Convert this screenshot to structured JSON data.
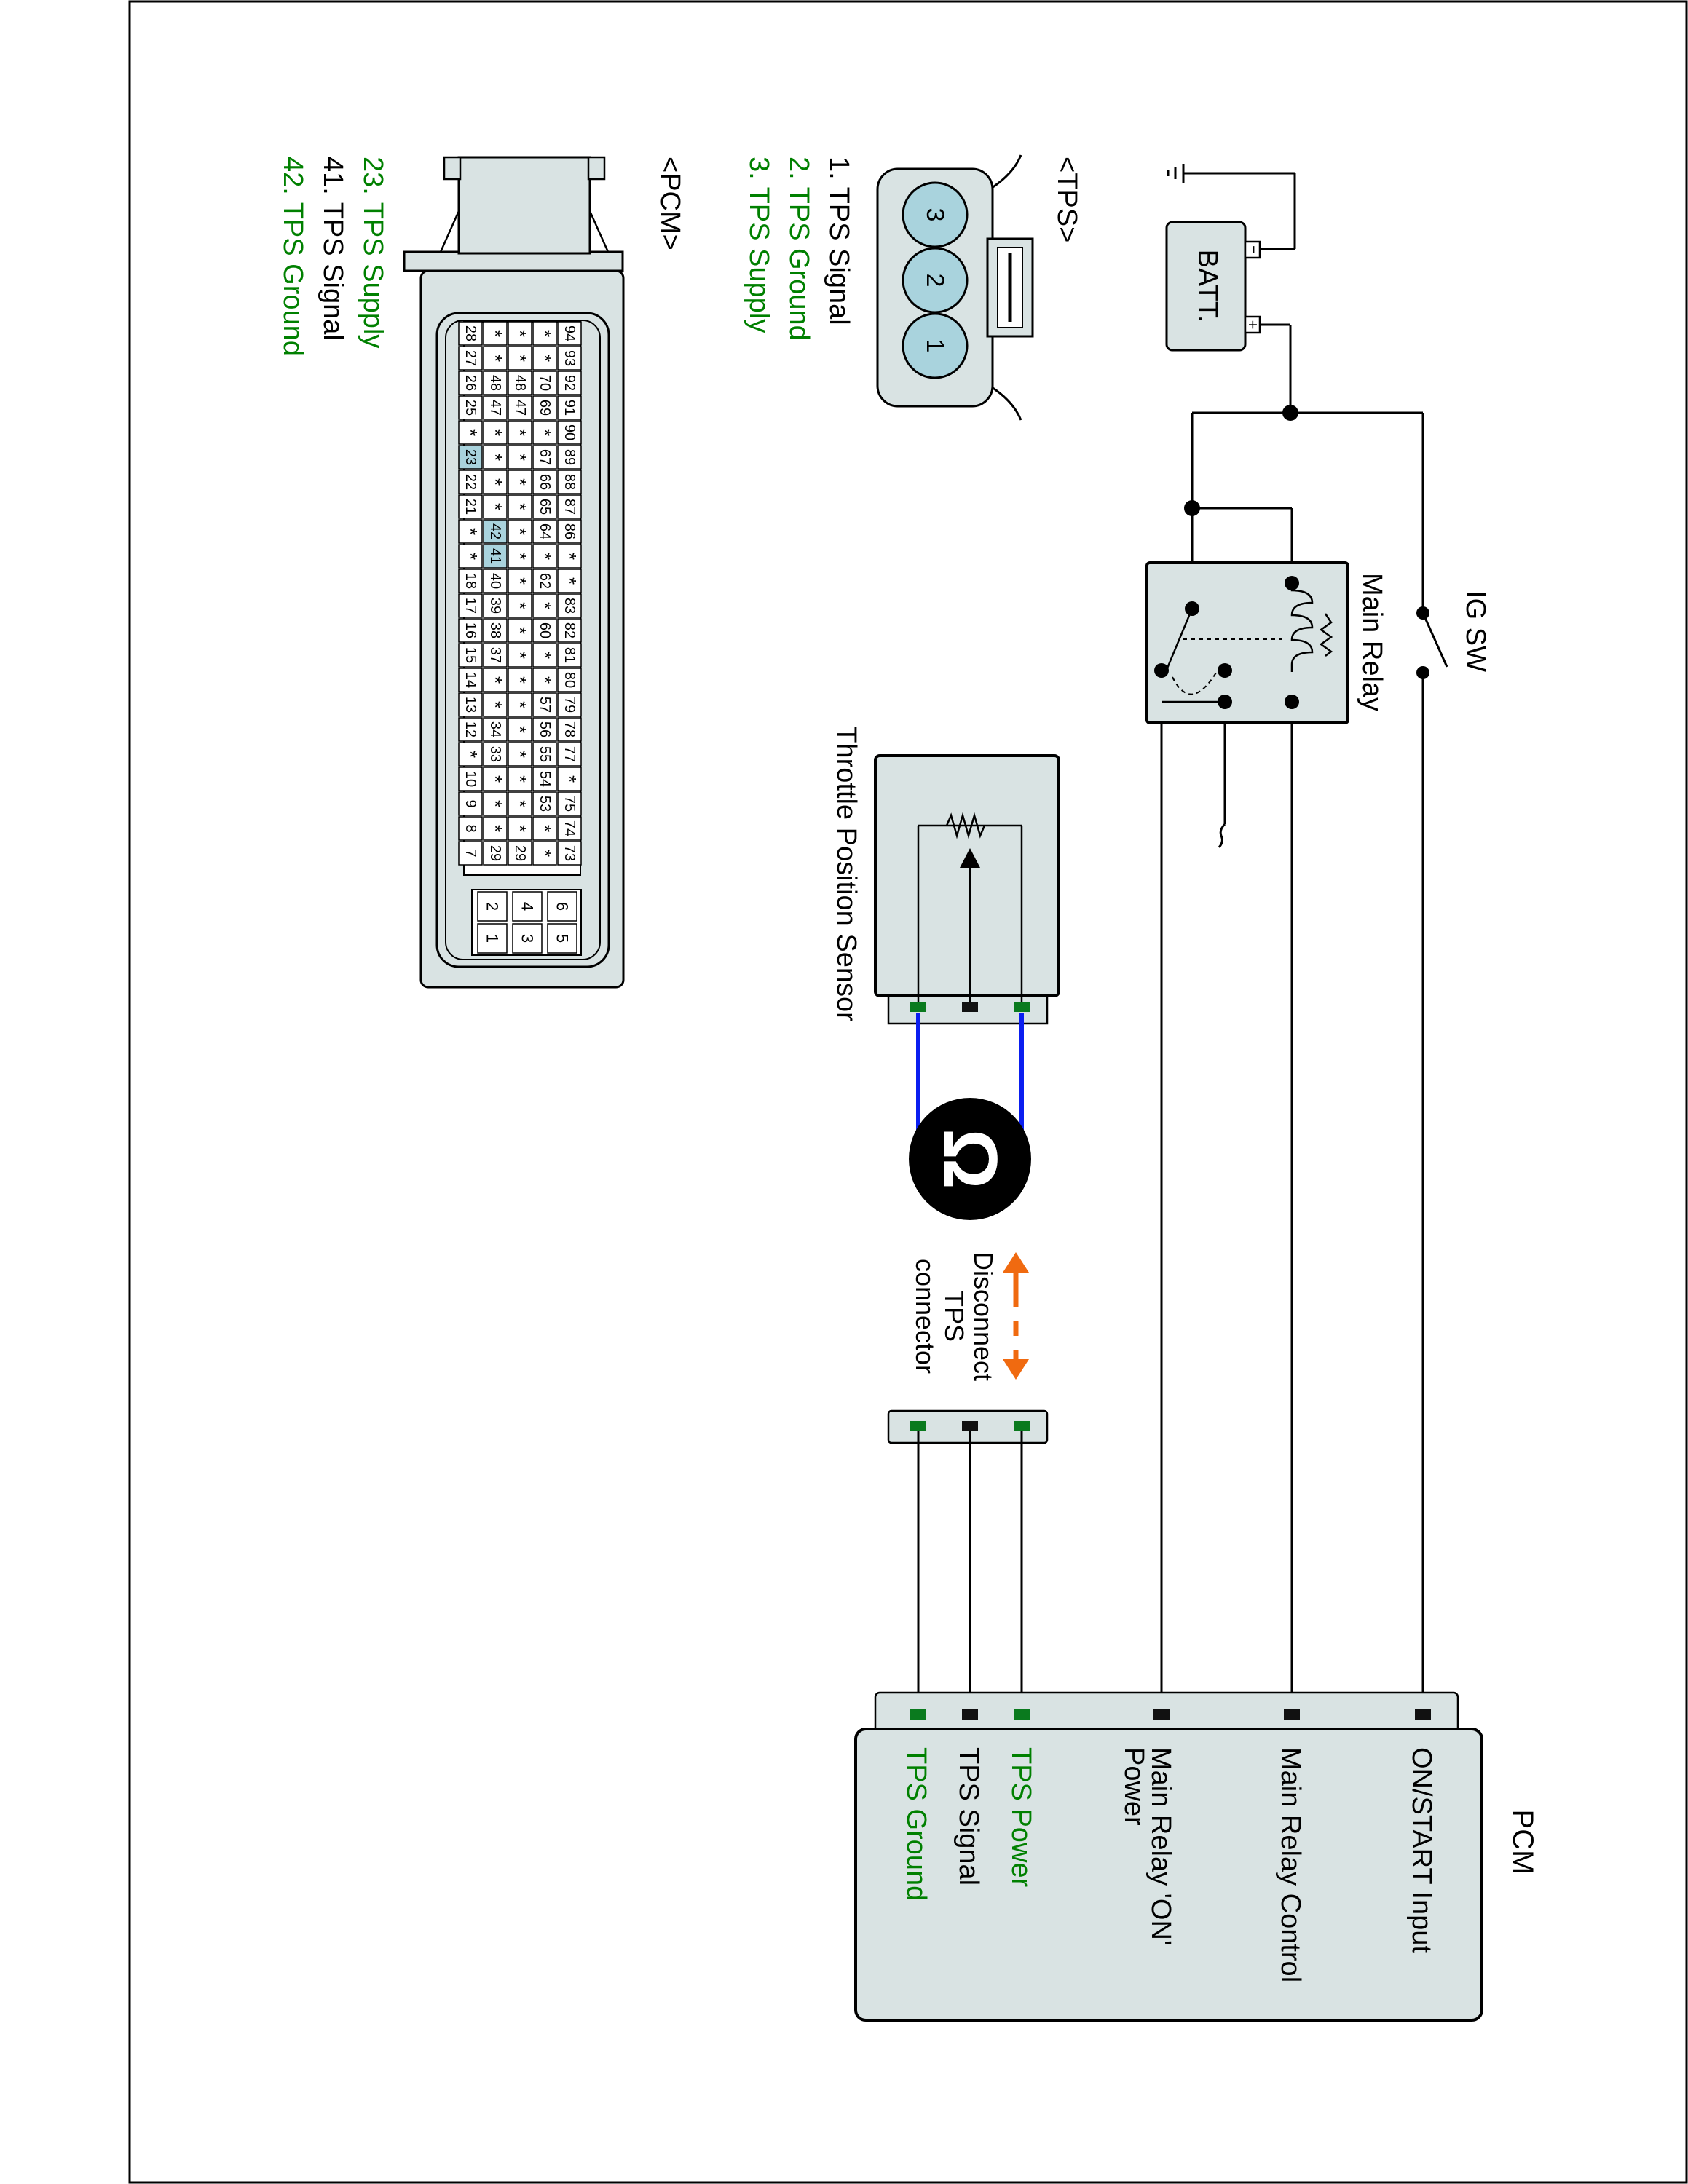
{
  "colors": {
    "line": "#000000",
    "fill_panel": "#d9e3e3",
    "fill_pin": "#a9d3dd",
    "green": "#008000",
    "pin_green": "#0a7a1e",
    "pin_black": "#111111",
    "blue_wire": "#0a1ef0",
    "orange": "#f06a10",
    "page_bg": "#ffffff"
  },
  "icons": {
    "ohmmeter": "ohmmeter-icon",
    "arrow": "double-arrow-icon",
    "ground": "ground-icon"
  },
  "battery": {
    "label": "BATT.",
    "minus": "−",
    "plus": "+"
  },
  "ig_switch": {
    "label": "IG SW"
  },
  "main_relay": {
    "label": "Main Relay"
  },
  "tps_sensor": {
    "label": "Throttle Position Sensor"
  },
  "disconnect": {
    "line1": "Disconnect",
    "line2": "TPS",
    "line3": "connector"
  },
  "ohmmeter": {
    "symbol": "Ω"
  },
  "pcm_box": {
    "title": "PCM",
    "terminals": [
      "ON/START Input",
      "Main Relay Control",
      "Main Relay 'ON'",
      "Power",
      "TPS Power",
      "TPS Signal",
      "TPS Ground"
    ]
  },
  "tps_connector": {
    "title": "<TPS>",
    "pins": [
      "1",
      "2",
      "3"
    ],
    "legend": [
      "1. TPS Signal",
      "2. TPS Ground",
      "3. TPS Supply"
    ]
  },
  "pcm_connector": {
    "title": "<PCM>",
    "legend": [
      "23. TPS Supply",
      "41. TPS Signal",
      "42. TPS Ground"
    ],
    "rows": [
      [
        "94",
        "93",
        "92",
        "91",
        "90",
        "89",
        "88",
        "87",
        "86",
        "*",
        "*",
        "83",
        "82",
        "81",
        "80",
        "79",
        "78",
        "77",
        "*",
        "75",
        "74",
        "73"
      ],
      [
        "*",
        "*",
        "70",
        "69",
        "*",
        "67",
        "66",
        "65",
        "64",
        "*",
        "62",
        "*",
        "60",
        "*",
        "*",
        "57",
        "56",
        "55",
        "54",
        "53",
        "*",
        "*"
      ],
      [
        "*",
        "*",
        "48",
        "47",
        "*",
        "*",
        "*",
        "*",
        "*",
        "*",
        "*",
        "*",
        "*",
        "*",
        "*",
        "*",
        "*",
        "*",
        "*",
        "*",
        "*",
        "29"
      ],
      [
        "*",
        "*",
        "48",
        "47",
        "*",
        "*",
        "*",
        "*",
        "42",
        "41",
        "40",
        "39",
        "38",
        "37",
        "*",
        "*",
        "34",
        "33",
        "*",
        "*",
        "*",
        "29"
      ],
      [
        "28",
        "27",
        "26",
        "25",
        "*",
        "23",
        "22",
        "21",
        "*",
        "*",
        "18",
        "17",
        "16",
        "15",
        "14",
        "13",
        "12",
        "*",
        "10",
        "9",
        "8",
        "7"
      ]
    ],
    "small_pins": [
      [
        "6",
        "5"
      ],
      [
        "4",
        "3"
      ],
      [
        "2",
        "1"
      ]
    ]
  }
}
